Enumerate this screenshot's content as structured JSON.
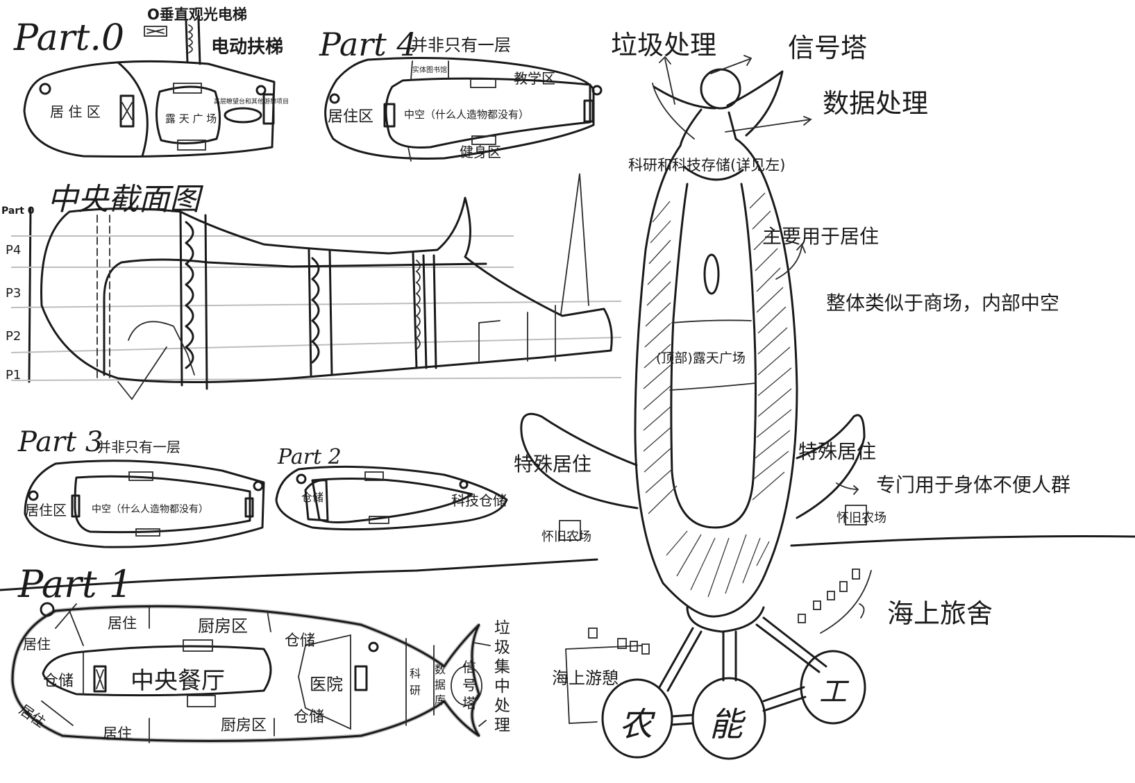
{
  "part0": {
    "title": "Part.0",
    "legend_elevator": "O垂直观光电梯",
    "legend_escalator": "电动扶梯",
    "residential": "居 住 区",
    "plaza": "露 天 广 场",
    "observation": "高层瞭望台和其他游憩项目"
  },
  "part4": {
    "title": "Part 4",
    "note": "并非只有一层",
    "library": "实体图书馆",
    "teaching": "教学区",
    "residential": "居住区",
    "hollow": "中空（什么人造物都没有）",
    "gym": "健身区"
  },
  "section": {
    "title": "中央截面图",
    "levels": [
      "Part 0",
      "P4",
      "P3",
      "P2",
      "P1"
    ]
  },
  "part3": {
    "title": "Part 3",
    "note": "并非只有一层",
    "residential": "居住区",
    "hollow": "中空（什么人造物都没有）"
  },
  "part2": {
    "title": "Part 2",
    "storage": "仓储",
    "tech_storage": "科技仓储"
  },
  "part1": {
    "title": "Part 1",
    "res_top_left": "居住",
    "res_top": "居住",
    "kitchen_top": "厨房区",
    "storage_top": "仓储",
    "storage_left": "仓储",
    "dining": "中央餐厅",
    "hospital": "医院",
    "res_bottom_left": "居住",
    "res_bottom": "居住",
    "kitchen_bottom": "厨房区",
    "storage_bottom": "仓储",
    "research": [
      "科",
      "研"
    ],
    "database": [
      "数",
      "据",
      "库"
    ],
    "signal": [
      "信",
      "号",
      "塔"
    ],
    "garbage": [
      "垃",
      "圾",
      "集",
      "中",
      "处",
      "理"
    ]
  },
  "tower": {
    "garbage": "垃圾处理",
    "signal": "信号塔",
    "data": "数据处理",
    "research": "科研和科技存储(详见左)",
    "residential": "主要用于居住",
    "mall_note": "整体类似于商场，内部中空",
    "plaza": "(顶部)露天广场",
    "special_left": "特殊居住",
    "special_right": "特殊居住",
    "disabled_note": "专门用于身体不便人群",
    "farm_left": "怀旧农场",
    "farm_right": "怀旧农场",
    "hostel": "海上旅舍",
    "leisure": "海上游憩",
    "pods": [
      "农",
      "能",
      "工"
    ]
  }
}
